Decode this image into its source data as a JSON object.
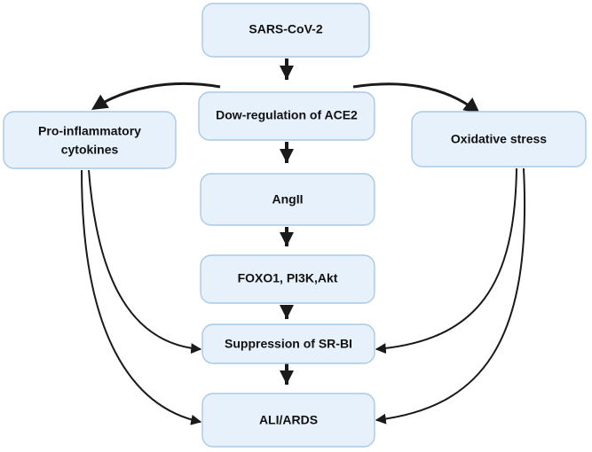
{
  "nodes": {
    "sars_cov_2": "SARS-CoV-2",
    "ace2": "Dow-regulation of ACE2",
    "pro_inflammatory_line1": "Pro-inflammatory",
    "pro_inflammatory_line2": "cytokines",
    "oxidative_stress": "Oxidative stress",
    "angii": "AngII",
    "foxo1": "FOXO1, PI3K,Akt",
    "sr_bi": "Suppression of SR-BI",
    "ali_ards": "ALI/ARDS"
  },
  "colors": {
    "box_fill": "#e7f1fb",
    "box_border": "#a9c9e6",
    "arrow": "#1a1a1a"
  }
}
